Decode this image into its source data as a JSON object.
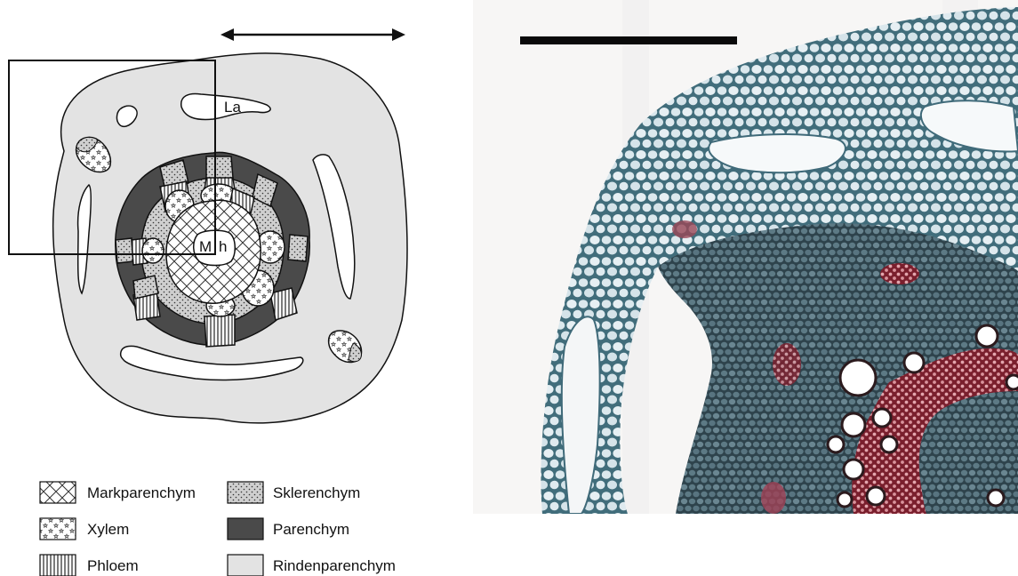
{
  "diagram": {
    "labels": {
      "lacuna": "La",
      "pith_cavity_m": "M",
      "pith_cavity_h": "h"
    },
    "legend": [
      {
        "label": "Markparenchym",
        "pattern": "crosshatch"
      },
      {
        "label": "Sklerenchym",
        "pattern": "stipple"
      },
      {
        "label": "Xylem",
        "pattern": "stars"
      },
      {
        "label": "Parenchym",
        "pattern": "dark"
      },
      {
        "label": "Phloem",
        "pattern": "vertical-lines"
      },
      {
        "label": "Rindenparenchym",
        "pattern": "light-gray"
      }
    ],
    "colors": {
      "dark_parenchyma": "#4a4a4a",
      "cortex_parenchyma": "#e3e3e3",
      "sclerenchyma": "#cfcfcf",
      "outline": "#111111"
    }
  },
  "micrograph": {
    "description_icon": "stained-stem-cross-section-photo",
    "colors": {
      "background": "#f7f6f5",
      "cell_wall": "#3f6a79",
      "cell_lumen": "#dfe9ee",
      "dark_tissue": "#33464f",
      "red_stain": "#b23a4a"
    }
  }
}
